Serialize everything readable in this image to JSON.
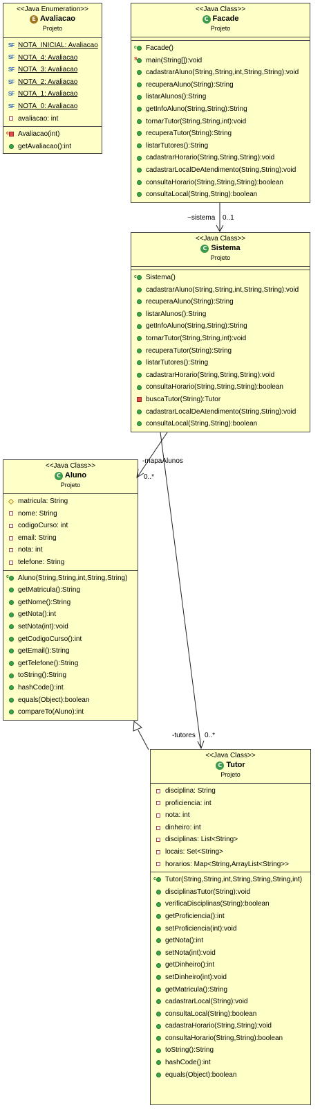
{
  "avaliacao": {
    "stereotype": "<<Java Enumeration>>",
    "name": "Avaliacao",
    "icon": "enum-icon",
    "package": "Projeto",
    "attributes": [
      "NOTA_INICIAL: Avaliacao",
      "NOTA_4: Avaliacao",
      "NOTA_3: Avaliacao",
      "NOTA_2: Avaliacao",
      "NOTA_1: Avaliacao",
      "NOTA_0: Avaliacao",
      "avaliacao: int"
    ],
    "operations": [
      "Avaliacao(int)",
      "getAvaliacao():int"
    ]
  },
  "facade": {
    "stereotype": "<<Java Class>>",
    "name": "Facade",
    "package": "Projeto",
    "operations": [
      "Facade()",
      "main(String[]):void",
      "cadastrarAluno(String,String,int,String,String):void",
      "recuperaAluno(String):String",
      "listarAlunos():String",
      "getInfoAluno(String,String):String",
      "tornarTutor(String,String,int):void",
      "recuperaTutor(String):String",
      "listarTutores():String",
      "cadastrarHorario(String,String,String):void",
      "cadastrarLocalDeAtendimento(String,String):void",
      "consultaHorario(String,String,String):boolean",
      "consultaLocal(String,String):boolean"
    ]
  },
  "sistema": {
    "stereotype": "<<Java Class>>",
    "name": "Sistema",
    "package": "Projeto",
    "operations": [
      "Sistema()",
      "cadastrarAluno(String,String,int,String,String):void",
      "recuperaAluno(String):String",
      "listarAlunos():String",
      "getInfoAluno(String,String):String",
      "tornarTutor(String,String,int):void",
      "recuperaTutor(String):String",
      "listarTutores():String",
      "cadastrarHorario(String,String,String):void",
      "consultaHorario(String,String,String):boolean",
      "buscaTutor(String):Tutor",
      "cadastrarLocalDeAtendimento(String,String):void",
      "consultaLocal(String,String):boolean"
    ]
  },
  "aluno": {
    "stereotype": "<<Java Class>>",
    "name": "Aluno",
    "package": "Projeto",
    "attributes": [
      "matricula: String",
      "nome: String",
      "codigoCurso: int",
      "email: String",
      "nota: int",
      "telefone: String"
    ],
    "operations": [
      "Aluno(String,String,int,String,String)",
      "getMatricula():String",
      "getNome():String",
      "getNota():int",
      "setNota(int):void",
      "getCodigoCurso():int",
      "getEmail():String",
      "getTelefone():String",
      "toString():String",
      "hashCode():int",
      "equals(Object):boolean",
      "compareTo(Aluno):int"
    ]
  },
  "tutor": {
    "stereotype": "<<Java Class>>",
    "name": "Tutor",
    "package": "Projeto",
    "attributes": [
      "disciplina: String",
      "proficiencia: int",
      "nota: int",
      "dinheiro: int",
      "disciplinas: List<String>",
      "locais: Set<String>",
      "horarios: Map<String,ArrayList<String>>"
    ],
    "operations": [
      "Tutor(String,String,int,String,String,String,int)",
      "disciplinasTutor(String):void",
      "verificaDisciplinas(String):boolean",
      "getProficiencia():int",
      "setProficiencia(int):void",
      "getNota():int",
      "setNota(int):void",
      "getDinheiro():int",
      "setDinheiro(int):void",
      "getMatricula():String",
      "cadastrarLocal(String):void",
      "consultaLocal(String):boolean",
      "cadastraHorario(String,String):void",
      "consultaHorario(String,String):boolean",
      "toString():String",
      "hashCode():int",
      "equals(Object):boolean"
    ]
  },
  "relations": {
    "facade_sistema": {
      "role": "~sistema",
      "multiplicity": "0..1"
    },
    "sistema_aluno": {
      "role": "-mapaAlunos",
      "multiplicity": "0..*"
    },
    "sistema_tutor": {
      "role": "-tutores",
      "multiplicity": "0..*"
    }
  },
  "colors": {
    "class_fill": "#ffffc8",
    "border": "#444444",
    "public_icon": "#3aa64a",
    "private_icon": "#e05050"
  }
}
